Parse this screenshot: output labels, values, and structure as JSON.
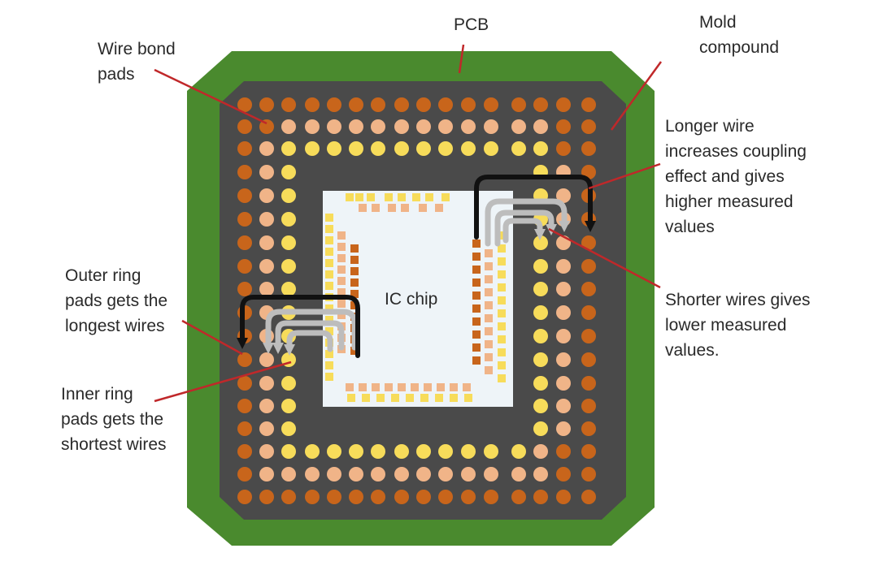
{
  "labels": {
    "pcb": "PCB",
    "mold_compound": "Mold\ncompound",
    "wire_bond_pads": "Wire bond\npads",
    "longer_wire": "Longer wire\nincreases coupling\neffect and gives\nhigher measured\nvalues",
    "outer_ring": "Outer ring\npads gets the\nlongest wires",
    "inner_ring": "Inner ring\npads gets the\nshortest wires",
    "shorter_wires": "Shorter wires gives\nlower measured\nvalues.",
    "ic_chip": "IC chip"
  },
  "colors": {
    "pcb_green": "#4a8a2e",
    "mold_gray": "#4a4a4a",
    "chip_face": "#eef4f8",
    "pad_outer": "#c8651b",
    "pad_middle": "#f0b488",
    "pad_inner": "#f7dc5a",
    "leader_line": "#c0282a",
    "wire_long": "#111111",
    "wire_short": "#bdbdbd"
  }
}
